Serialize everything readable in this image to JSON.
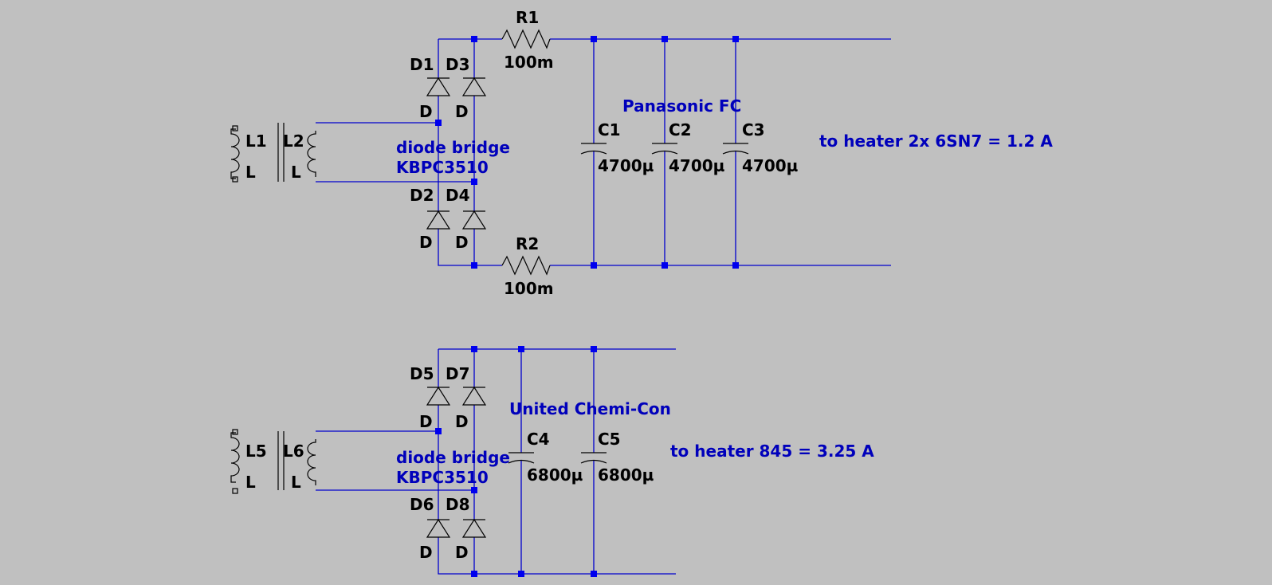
{
  "circuit1": {
    "inductors": [
      {
        "ref": "L1",
        "value": "L"
      },
      {
        "ref": "L2",
        "value": "L"
      }
    ],
    "diodes": [
      {
        "ref": "D1",
        "value": "D"
      },
      {
        "ref": "D3",
        "value": "D"
      },
      {
        "ref": "D2",
        "value": "D"
      },
      {
        "ref": "D4",
        "value": "D"
      }
    ],
    "bridge_note": {
      "line1": "diode bridge",
      "line2": "KBPC3510"
    },
    "resistors": [
      {
        "ref": "R1",
        "value": "100m"
      },
      {
        "ref": "R2",
        "value": "100m"
      }
    ],
    "cap_note": "Panasonic FC",
    "capacitors": [
      {
        "ref": "C1",
        "value": "4700µ"
      },
      {
        "ref": "C2",
        "value": "4700µ"
      },
      {
        "ref": "C3",
        "value": "4700µ"
      }
    ],
    "load_note": "to heater 2x 6SN7 = 1.2 A"
  },
  "circuit2": {
    "inductors": [
      {
        "ref": "L5",
        "value": "L"
      },
      {
        "ref": "L6",
        "value": "L"
      }
    ],
    "diodes": [
      {
        "ref": "D5",
        "value": "D"
      },
      {
        "ref": "D7",
        "value": "D"
      },
      {
        "ref": "D6",
        "value": "D"
      },
      {
        "ref": "D8",
        "value": "D"
      }
    ],
    "bridge_note": {
      "line1": "diode bridge",
      "line2": "KBPC3510"
    },
    "cap_note": "United Chemi-Con",
    "capacitors": [
      {
        "ref": "C4",
        "value": "6800µ"
      },
      {
        "ref": "C5",
        "value": "6800µ"
      }
    ],
    "load_note": "to heater 845 = 3.25 A"
  },
  "colors": {
    "background": "#c0c0c0",
    "wire": "#0000cc",
    "component": "#000000",
    "note": "#0000bb"
  }
}
